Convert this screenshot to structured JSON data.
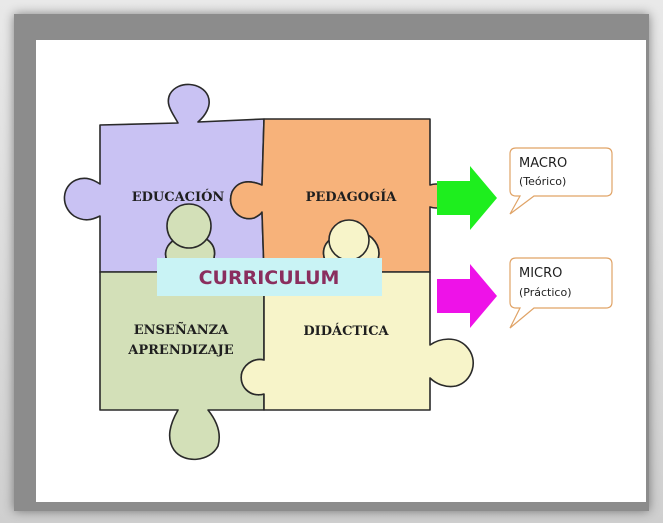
{
  "pieces": {
    "educacion": {
      "label": "EDUCACIÓN",
      "color": "#c9c2f3"
    },
    "pedagogia": {
      "label": "PEDAGOGÍA",
      "color": "#f7b27a"
    },
    "ensenanza": {
      "line1": "ENSEÑANZA",
      "line2": "APRENDIZAJE",
      "color": "#d3e0b8"
    },
    "didactica": {
      "label": "DIDÁCTICA",
      "color": "#f7f4c9"
    }
  },
  "center": {
    "label": "CURRICULUM",
    "color": "#c9f3f5"
  },
  "callouts": [
    {
      "title": "MACRO",
      "subtitle": "(Teórico)",
      "arrow_color": "#1eee1e"
    },
    {
      "title": "MICRO",
      "subtitle": "(Práctico)",
      "arrow_color": "#ee12e8"
    }
  ],
  "colors": {
    "outline": "#2a2a2a",
    "bubble_border": "#e0a366"
  }
}
